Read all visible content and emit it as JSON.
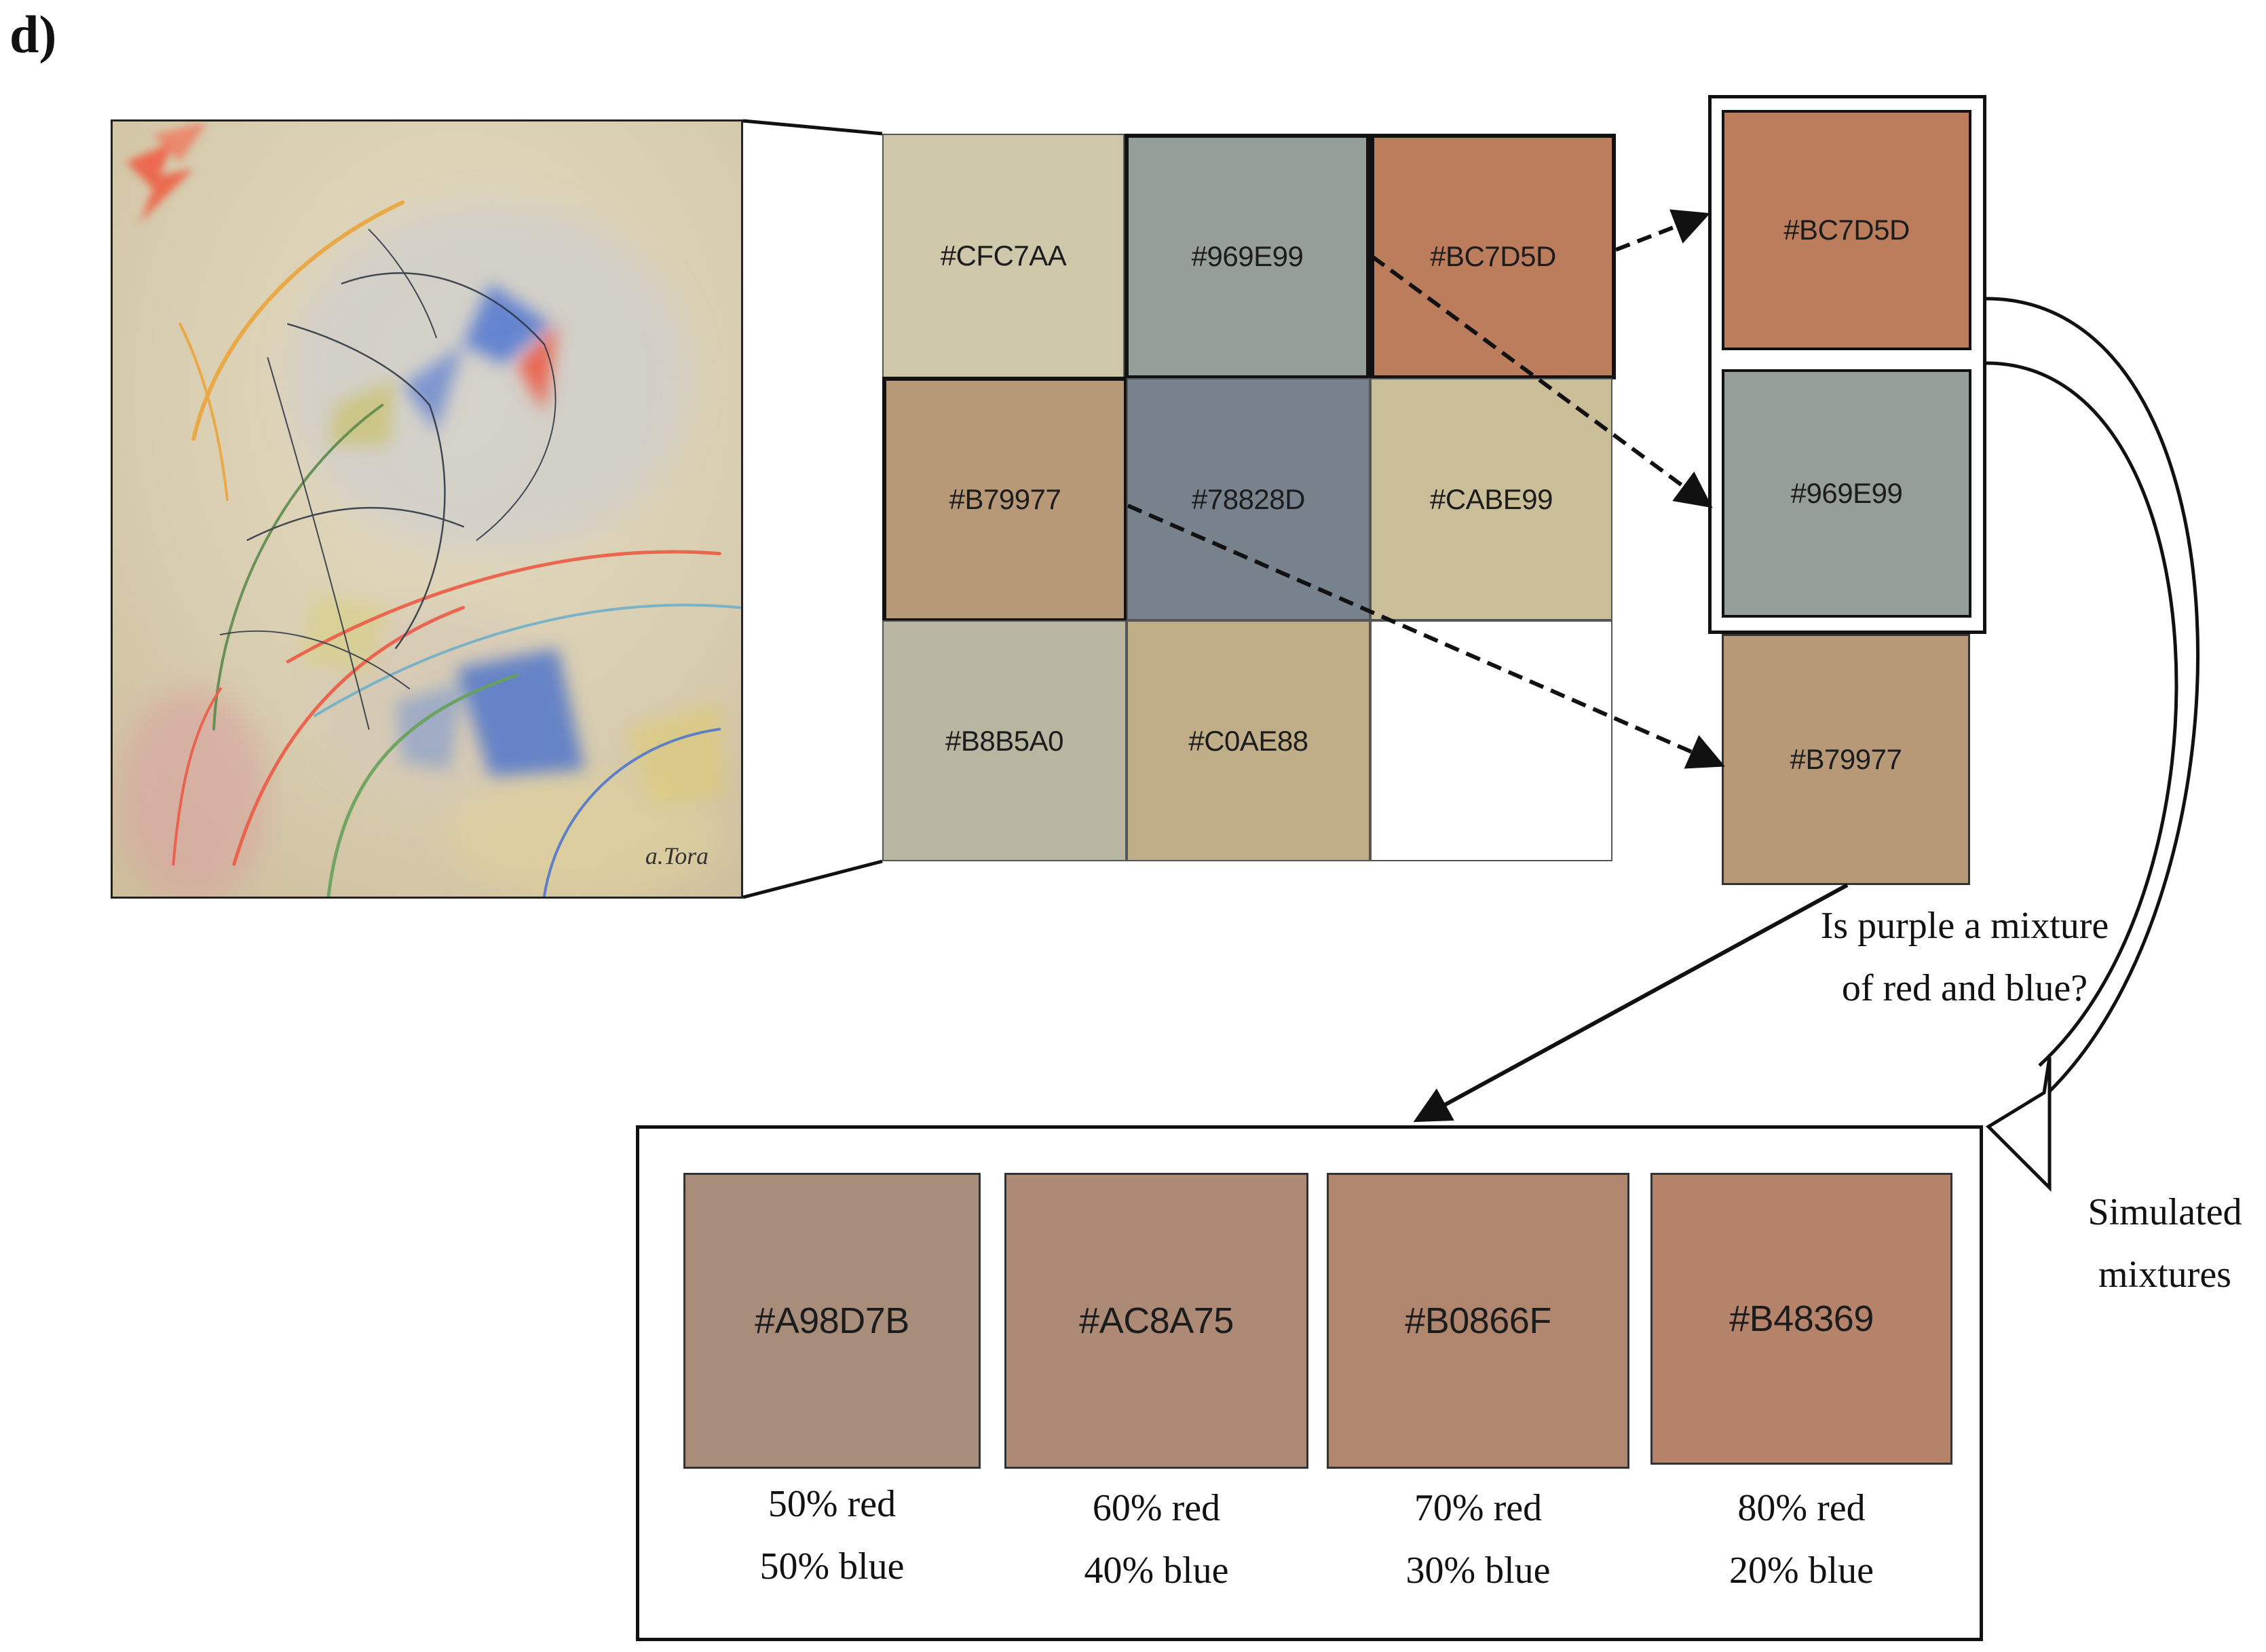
{
  "panel_label": "d)",
  "painting": {
    "signature": "a.Tora"
  },
  "palette": [
    {
      "hex": "#CFC7AA",
      "label": "#CFC7AA"
    },
    {
      "hex": "#969E99",
      "label": "#969E99"
    },
    {
      "hex": "#BC7D5D",
      "label": "#BC7D5D"
    },
    {
      "hex": "#B79977",
      "label": "#B79977"
    },
    {
      "hex": "#78828D",
      "label": "#78828D"
    },
    {
      "hex": "#CABE99",
      "label": "#CABE99"
    },
    {
      "hex": "#B8B5A0",
      "label": "#B8B5A0"
    },
    {
      "hex": "#C0AE88",
      "label": "#C0AE88"
    },
    {
      "hex": "#FFFFFF",
      "label": ""
    }
  ],
  "selected": [
    {
      "hex": "#BC7D5D",
      "label": "#BC7D5D"
    },
    {
      "hex": "#969E99",
      "label": "#969E99"
    },
    {
      "hex": "#B79977",
      "label": "#B79977"
    }
  ],
  "question": {
    "line1": "Is purple a mixture",
    "line2": "of red and blue?"
  },
  "simulated_label": {
    "line1": "Simulated",
    "line2": "mixtures"
  },
  "mixtures": [
    {
      "hex": "#A98D7B",
      "label": "#A98D7B",
      "red": "50% red",
      "blue": "50% blue"
    },
    {
      "hex": "#AC8A75",
      "label": "#AC8A75",
      "red": "60% red",
      "blue": "40% blue"
    },
    {
      "hex": "#B0866F",
      "label": "#B0866F",
      "red": "70% red",
      "blue": "30% blue"
    },
    {
      "hex": "#B48369",
      "label": "#B48369",
      "red": "80% red",
      "blue": "20% blue"
    }
  ]
}
